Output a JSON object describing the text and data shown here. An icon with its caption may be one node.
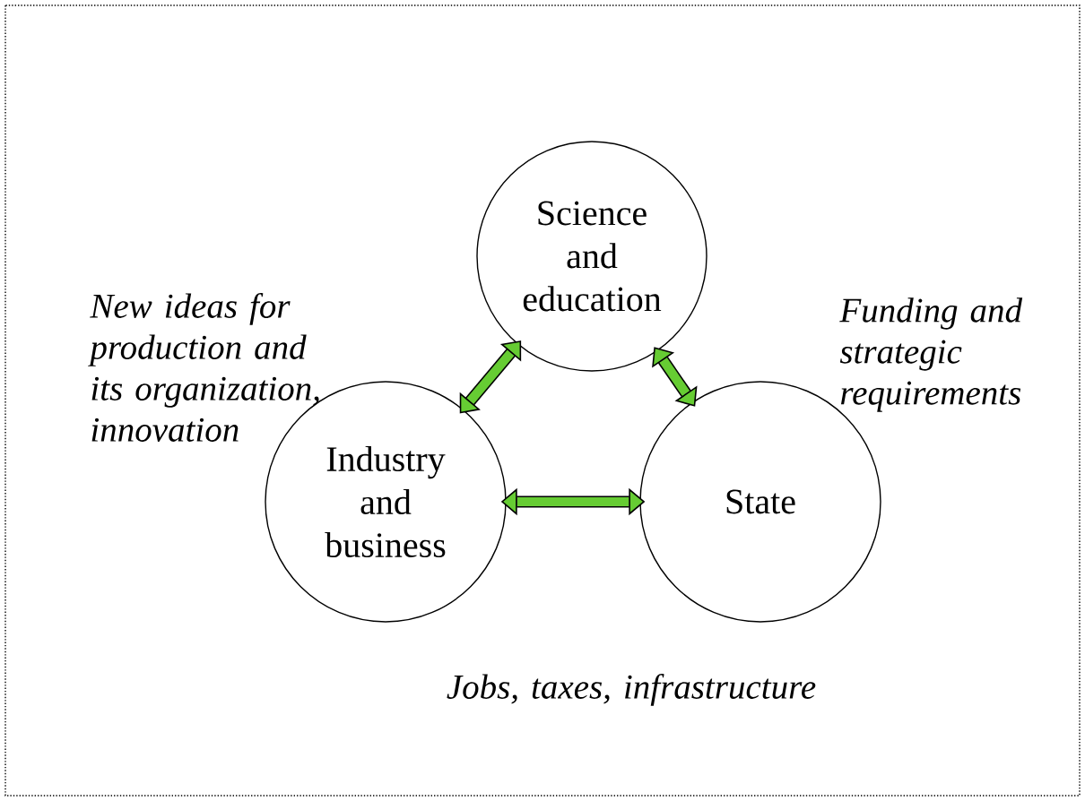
{
  "diagram": {
    "nodes": [
      {
        "text": [
          "Science and education"
        ]
      },
      {
        "text": [
          "Industry and business"
        ]
      },
      {
        "text": [
          "State"
        ]
      }
    ],
    "edges": [
      {
        "from": 1,
        "to": 0,
        "arrow": "both",
        "label": "New ideas for production and its organization, innovation"
      },
      {
        "from": 0,
        "to": 2,
        "arrow": "both",
        "label": "Funding and strategic requirements"
      },
      {
        "from": 1,
        "to": 2,
        "arrow": "both",
        "label": "Jobs, taxes, infrastructure"
      }
    ]
  }
}
